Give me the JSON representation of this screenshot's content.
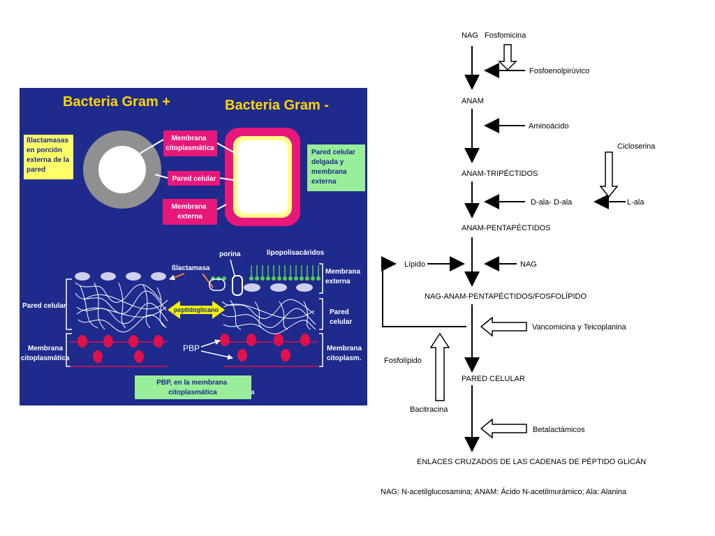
{
  "left_panel": {
    "title_gram_pos": "Bacteria Gram +",
    "title_gram_neg": "Bacteria Gram -",
    "box_blactamasas": [
      "ßlactamasas",
      "en porción",
      "externa de la",
      "pared"
    ],
    "box_membrana_cito": [
      "Membrana",
      "citoplasmática"
    ],
    "box_pared_celular": "Pared celular",
    "box_membrana_externa": [
      "Membrana",
      "externa"
    ],
    "box_pared_delgada": [
      "Pared celular",
      "delgada y",
      "membrana",
      "externa"
    ],
    "label_porina": "porina",
    "label_lipopolisacaridos": "lipopolisacáridos",
    "label_blactamasa": "ßlactamasa",
    "label_membrana_externa_right": [
      "Membrana",
      "externa"
    ],
    "label_pared_celular_left": "Pared celular",
    "label_peptidoglicano": "peptidoglicano",
    "label_pared_celular_right": [
      "Pared",
      "celular"
    ],
    "label_membrana_cito_left": [
      "Membrana",
      "citoplasmática"
    ],
    "label_pbp": "PBP",
    "label_membrana_cito_right": [
      "Membrana",
      "citoplasm."
    ],
    "box_pbp": [
      "PBP, en la membrana",
      "citoplasmática"
    ],
    "stray_letter": "a",
    "colors": {
      "background": "#1e2a8c",
      "title": "#ffd700",
      "magenta": "#e8187a",
      "yellow_box": "#ffff66",
      "green_box": "#99ee99",
      "ring_gray": "#909090",
      "membrane_red": "#e0104a",
      "ellipse_fill": "#cfd0f0",
      "lps_green": "#55cc55",
      "arrow_yellow": "#f2f200"
    }
  },
  "flowchart": {
    "nag_top": "NAG",
    "fosfomicina": "Fosfomicina",
    "fosfoenolpiruvico": "Fosfoenolpirúvico",
    "anam": "ANAM",
    "aminoacido": "Aminoácido",
    "cicloserina": "Cicloserina",
    "anam_tripeptidos": "ANAM-TRIPÉCTIDOS",
    "d_ala_d_ala": "D-ala- D-ala",
    "l_ala": "L-ala",
    "anam_pentapeptidos": "ANAM-PENTAPÉCTIDOS",
    "lipido": "Lípido",
    "nag_mid": "NAG",
    "nag_anam_penta": "NAG-ANAM-PENTAPÉCTIDOS/FOSFOLÍPIDO",
    "vancomicina": "Vancomicina y Teicoplanina",
    "fosfolipido": "Fosfolípido",
    "pared_celular": "PARED CELULAR",
    "bacitracina": "Bacitracina",
    "betalactamicos": "Betalactámicos",
    "enlaces": "ENLACES CRUZADOS DE LAS CADENAS DE PÉPTIDO GLICÁN",
    "footnote": "NAG: N-acetilglucosamina; ANAM: Ácido N-acetilmurámico; Ala: Alanina"
  }
}
